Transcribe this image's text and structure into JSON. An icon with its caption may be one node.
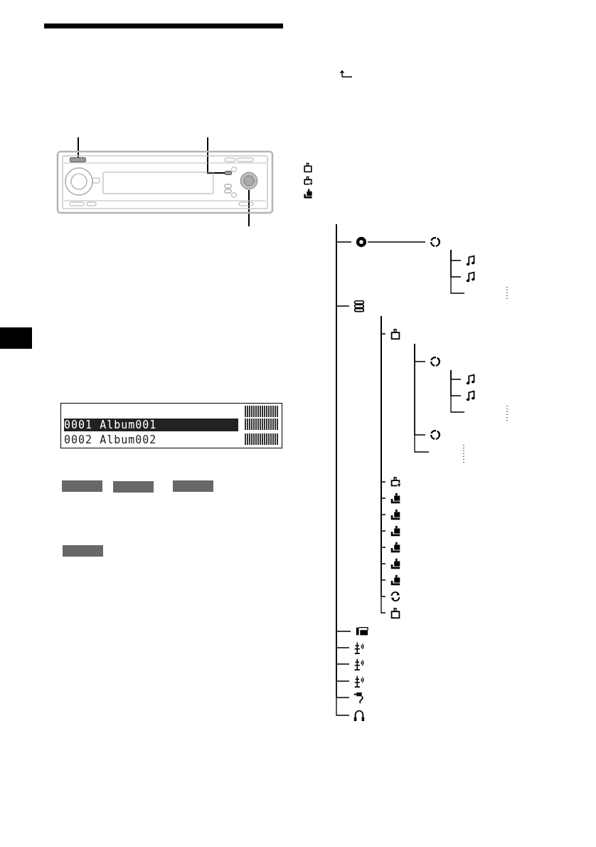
{
  "diagram": {
    "nodes": [
      {
        "text": [],
        "shape": "button"
      },
      {
        "text": [],
        "shape": "button"
      },
      {
        "text": [],
        "shape": "knob"
      },
      {
        "text": [],
        "shape": "disc"
      },
      {
        "text": [],
        "shape": "circle"
      },
      {
        "text": [],
        "shape": "note"
      },
      {
        "text": [],
        "shape": "note"
      },
      {
        "text": [],
        "shape": "cylinder"
      },
      {
        "text": [],
        "shape": "folder"
      },
      {
        "text": [],
        "shape": "circle"
      },
      {
        "text": [],
        "shape": "note"
      },
      {
        "text": [],
        "shape": "note"
      },
      {
        "text": [],
        "shape": "circle"
      },
      {
        "text": [],
        "shape": "return"
      },
      {
        "text": [],
        "shape": "hand"
      },
      {
        "text": [],
        "shape": "hand"
      },
      {
        "text": [],
        "shape": "hand"
      },
      {
        "text": [],
        "shape": "hand"
      },
      {
        "text": [],
        "shape": "hand"
      },
      {
        "text": [],
        "shape": "hand"
      },
      {
        "text": [],
        "shape": "arrows"
      },
      {
        "text": [],
        "shape": "folder"
      },
      {
        "text": [],
        "shape": "card"
      },
      {
        "text": [],
        "shape": "antenna"
      },
      {
        "text": [],
        "shape": "antenna"
      },
      {
        "text": [],
        "shape": "antenna"
      },
      {
        "text": [],
        "shape": "plug"
      },
      {
        "text": [],
        "shape": "headphones"
      }
    ],
    "edges": [
      {
        "from": null,
        "to": 0,
        "arrow": "none"
      },
      {
        "from": null,
        "to": 1,
        "arrow": "none"
      },
      {
        "from": null,
        "to": 2,
        "arrow": "none"
      },
      {
        "from": null,
        "to": 3,
        "arrow": "none"
      },
      {
        "from": 3,
        "to": 4,
        "arrow": "none"
      },
      {
        "from": 4,
        "to": 5,
        "arrow": "none"
      },
      {
        "from": 4,
        "to": 6,
        "arrow": "none"
      },
      {
        "from": 4,
        "to": null,
        "arrow": "none"
      },
      {
        "from": null,
        "to": 7,
        "arrow": "none"
      },
      {
        "from": 7,
        "to": 8,
        "arrow": "none"
      },
      {
        "from": 8,
        "to": 9,
        "arrow": "none"
      },
      {
        "from": 9,
        "to": 10,
        "arrow": "none"
      },
      {
        "from": 9,
        "to": 11,
        "arrow": "none"
      },
      {
        "from": 9,
        "to": null,
        "arrow": "none"
      },
      {
        "from": 8,
        "to": 12,
        "arrow": "none"
      },
      {
        "from": 8,
        "to": null,
        "arrow": "none"
      },
      {
        "from": 7,
        "to": 13,
        "arrow": "none"
      },
      {
        "from": 7,
        "to": 14,
        "arrow": "none"
      },
      {
        "from": 7,
        "to": 15,
        "arrow": "none"
      },
      {
        "from": 7,
        "to": 16,
        "arrow": "none"
      },
      {
        "from": 7,
        "to": 17,
        "arrow": "none"
      },
      {
        "from": 7,
        "to": 18,
        "arrow": "none"
      },
      {
        "from": 7,
        "to": 19,
        "arrow": "none"
      },
      {
        "from": 7,
        "to": 20,
        "arrow": "none"
      },
      {
        "from": 7,
        "to": 21,
        "arrow": "none"
      },
      {
        "from": null,
        "to": 22,
        "arrow": "none"
      },
      {
        "from": null,
        "to": 23,
        "arrow": "none"
      },
      {
        "from": null,
        "to": 24,
        "arrow": "none"
      },
      {
        "from": null,
        "to": 25,
        "arrow": "none"
      },
      {
        "from": null,
        "to": 26,
        "arrow": "none"
      },
      {
        "from": null,
        "to": 27,
        "arrow": "none"
      }
    ],
    "labels": [
      "0001 Album001",
      "0002 Album002"
    ]
  }
}
